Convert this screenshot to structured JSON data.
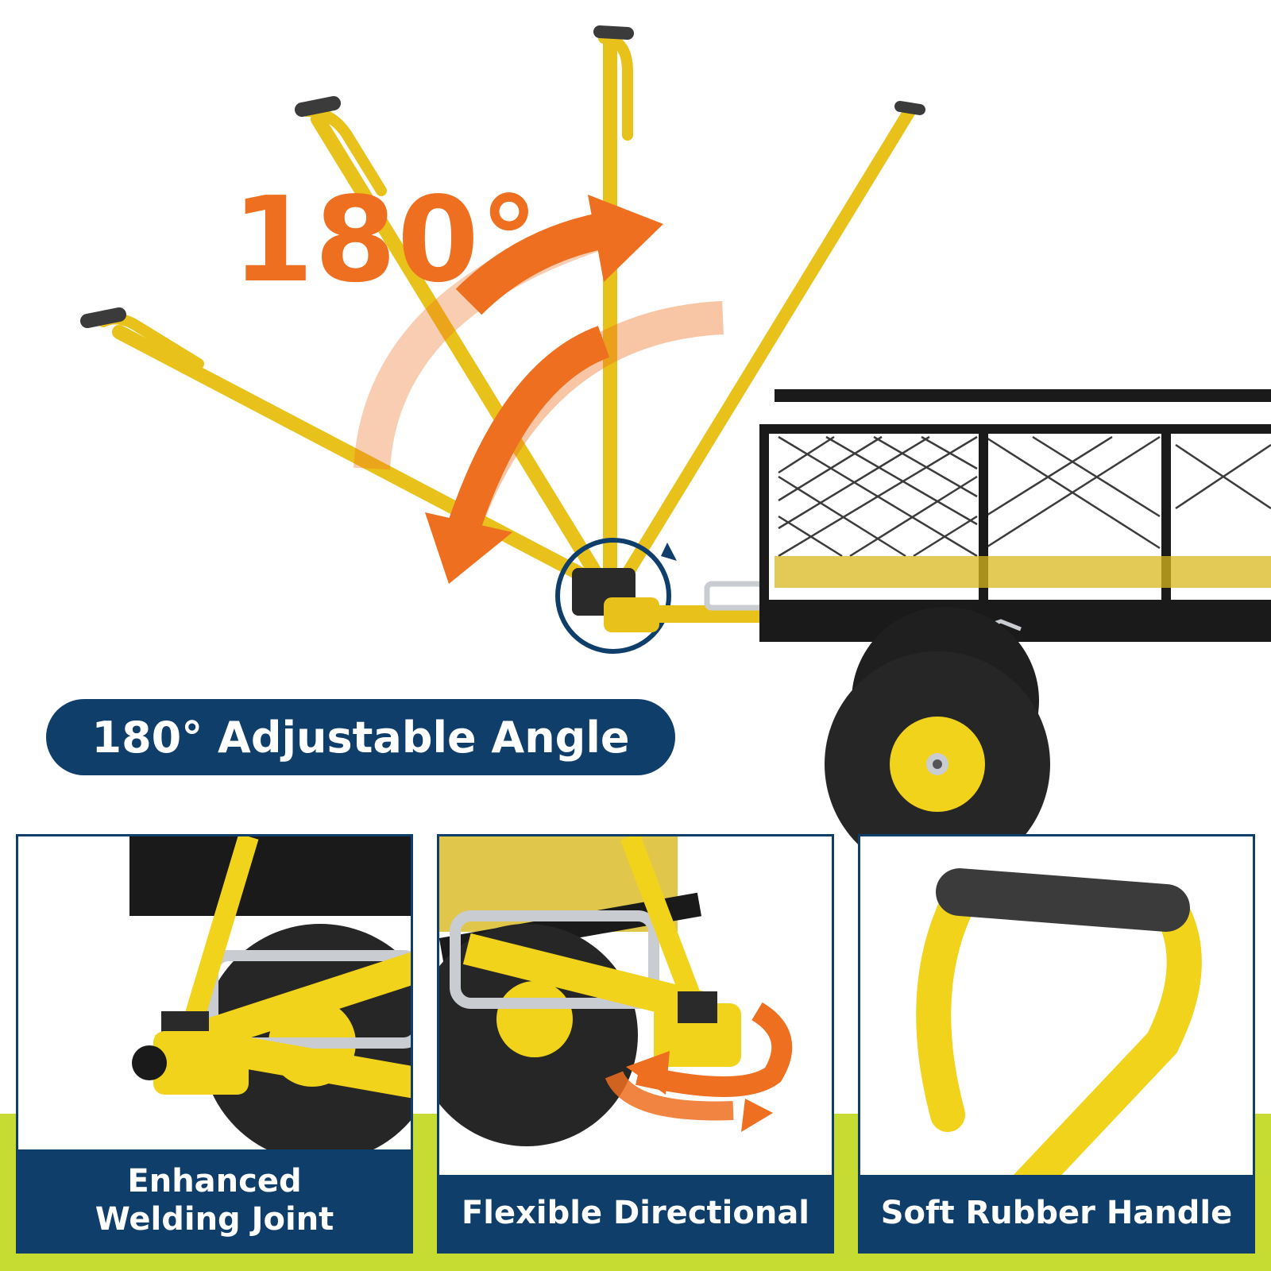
{
  "headline": {
    "angle_text": "180°",
    "pill_text": "180° Adjustable Angle"
  },
  "features": [
    {
      "line1": "Enhanced",
      "line2": "Welding Joint"
    },
    {
      "label": "Flexible Directional"
    },
    {
      "label": "Soft Rubber Handle"
    }
  ],
  "colors": {
    "accent_orange": "#ed6f1f",
    "navy": "#0f3e6b",
    "handle_yellow": "#f2d31b",
    "lime": "#c6dc32",
    "frame_black": "#1a1a1a",
    "rubber_grey": "#3b3b3b",
    "steel": "#c9ccd1"
  },
  "icons": [
    "rotation-arc-icon",
    "rotation-circle-icon",
    "swivel-arrows-icon"
  ]
}
